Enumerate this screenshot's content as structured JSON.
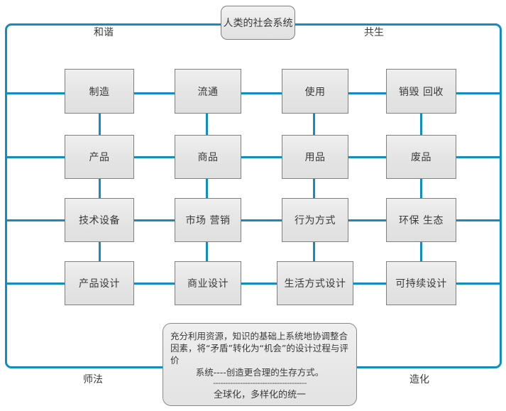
{
  "diagram": {
    "title_box": {
      "label": "人类的社会系统"
    },
    "corner_labels": {
      "top_left": "和谐",
      "top_right": "共生",
      "bottom_left": "师法",
      "bottom_right": "造化"
    },
    "frame_color": "#0f8ec4",
    "node_border_color": "#808080",
    "text_color": "#3a3a3a",
    "rows": [
      {
        "name": "lifecycle-stage",
        "cells": [
          "制造",
          "流通",
          "使用",
          "销毁 回收"
        ]
      },
      {
        "name": "object-state",
        "cells": [
          "产品",
          "商品",
          "用品",
          "废品"
        ]
      },
      {
        "name": "domain",
        "cells": [
          "技术设备",
          "市场 营销",
          "行为方式",
          "环保 生态"
        ]
      },
      {
        "name": "design-practice",
        "cells": [
          "产品设计",
          "商业设计",
          "生活方式设计",
          "可持续设计"
        ]
      }
    ],
    "note": {
      "line1": "充分利用资源，知识的基础上系统地协调整合",
      "line2": "因素，将“矛盾”转化为“机会”的设计过程与评价",
      "line3": "系统----创造更合理的生存方式。",
      "separator": "--------------------------------------",
      "line4": "全球化，多样化的统一"
    }
  }
}
